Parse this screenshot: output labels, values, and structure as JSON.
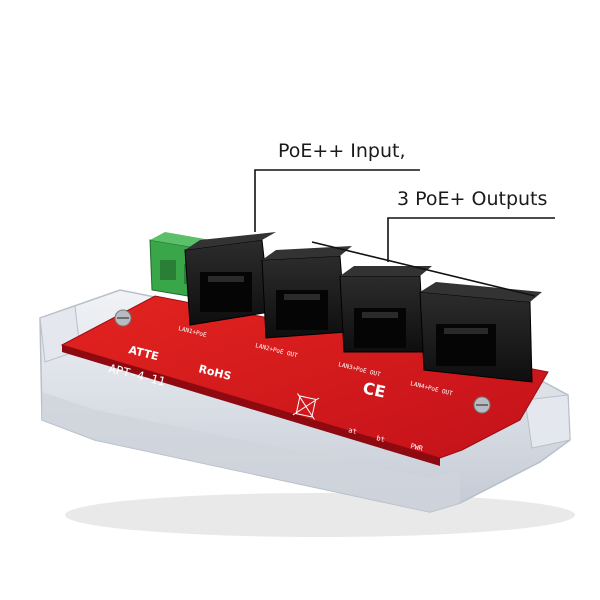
{
  "callouts": {
    "input": "PoE++ Input,",
    "outputs": "3 PoE+ Outputs"
  },
  "board": {
    "model": "APT-4-11",
    "rohs": "RoHS",
    "ce": "CE",
    "brand": "ATTE",
    "port_labels": [
      "LAN1+PoE",
      "LAN2+PoE OUT",
      "LAN3+PoE OUT",
      "LAN4+PoE OUT"
    ],
    "led_labels": [
      "at",
      "bt",
      "PWR"
    ]
  },
  "colors": {
    "pcb": "#d8161b",
    "jack": "#1b1b1b",
    "terminal": "#3aa64a",
    "housing": "#dfe3ea"
  }
}
